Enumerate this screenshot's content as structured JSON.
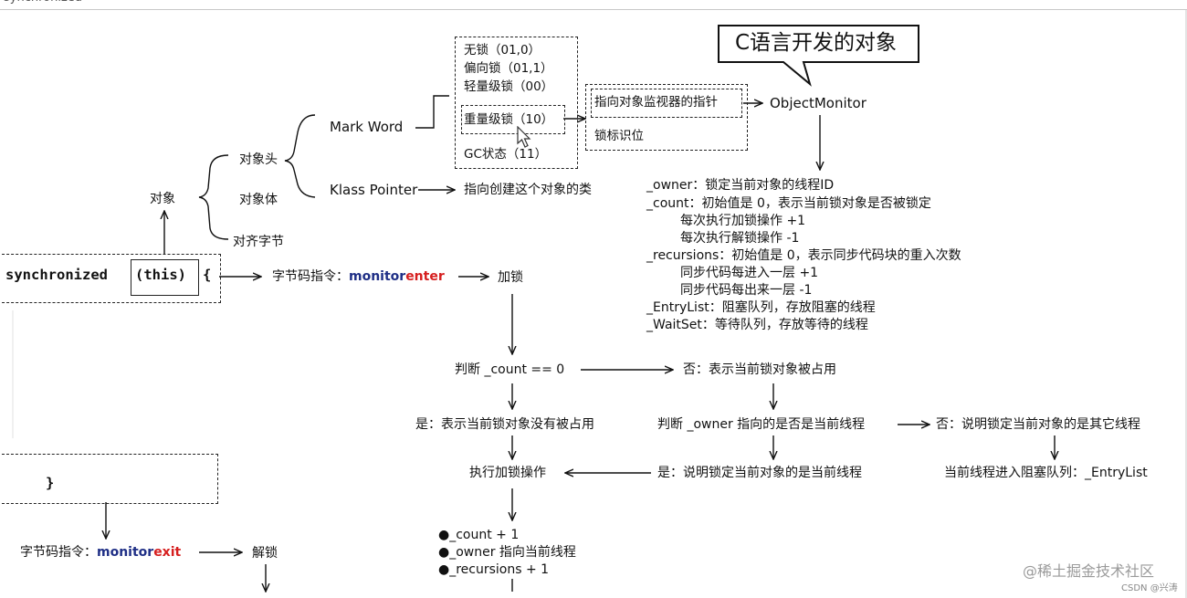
{
  "top_fragment": "synchronized",
  "nodes": {
    "object": "对象",
    "header": "对象头",
    "body": "对象体",
    "padding": "对齐字节",
    "mark_word": "Mark Word",
    "klass_pointer": "Klass Pointer",
    "klass_desc": "指向创建这个对象的类",
    "lock_states": [
      "无锁（01,0）",
      "偏向锁（01,1）",
      "轻量级锁（00）",
      "重量级锁（10）",
      "GC状态（11）"
    ],
    "monitor_pointer": "指向对象监视器的指针",
    "lock_flag": "锁标识位",
    "object_monitor": "ObjectMonitor",
    "callout": "C语言开发的对象"
  },
  "code": {
    "sync": "synchronized",
    "this": "(this)",
    "open_brace": "{",
    "close_brace": "}"
  },
  "monitor_fields": [
    "_owner：锁定当前对象的线程ID",
    "_count：初始值是 0，表示当前锁对象是否被锁定",
    "每次执行加锁操作 +1",
    "每次执行解锁操作  -1",
    "_recursions：初始值是 0，表示同步代码块的重入次数",
    "同步代码每进入一层 +1",
    "同步代码每出来一层 -1",
    "_EntryList：阻塞队列，存放阻塞的线程",
    "_WaitSet：等待队列，存放等待的线程"
  ],
  "flow": {
    "bytecode_label": "字节码指令：",
    "monitor": "monitor",
    "enter": "enter",
    "exit": "exit",
    "lock": "加锁",
    "unlock": "解锁",
    "check_count": "判断 _count == 0",
    "no_occupied": "否：表示当前锁对象被占用",
    "yes_free": "是：表示当前锁对象没有被占用",
    "check_owner": "判断 _owner 指向的是否是当前线程",
    "no_other": "否：说明锁定当前对象的是其它线程",
    "yes_current": "是：说明锁定当前对象的是当前线程",
    "do_lock": "执行加锁操作",
    "entry_queue": "当前线程进入阻塞队列：_EntryList",
    "effects": [
      "●_count + 1",
      "●_owner 指向当前线程",
      "●_recursions + 1"
    ]
  },
  "watermark": "@稀土掘金技术社区",
  "watermark_small": "CSDN @兴涛"
}
